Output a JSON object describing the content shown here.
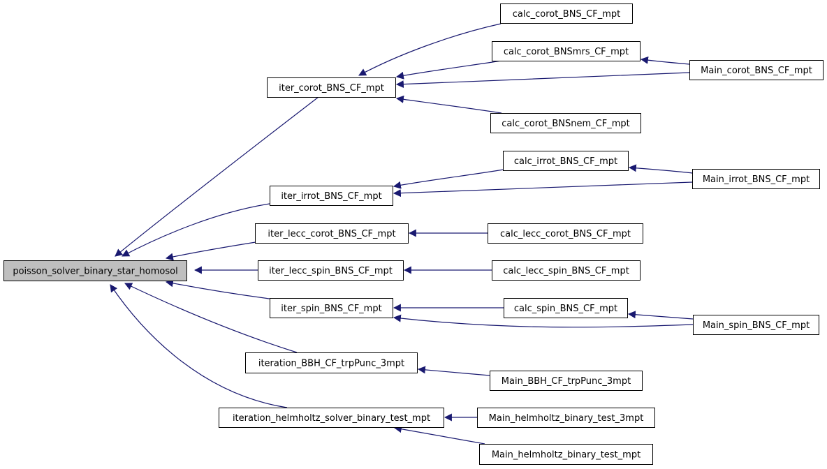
{
  "colors": {
    "edge": "#191970",
    "node_border": "#000000",
    "node_fill": "#ffffff",
    "root_fill": "#bfbfbf"
  },
  "graph": {
    "root": "poisson_solver_binary_star_homosol",
    "nodes": [
      {
        "id": "root",
        "label": "poisson_solver_binary_star_homosol"
      },
      {
        "id": "iter_corot",
        "label": "iter_corot_BNS_CF_mpt"
      },
      {
        "id": "iter_irrot",
        "label": "iter_irrot_BNS_CF_mpt"
      },
      {
        "id": "iter_lecc_corot",
        "label": "iter_lecc_corot_BNS_CF_mpt"
      },
      {
        "id": "iter_lecc_spin",
        "label": "iter_lecc_spin_BNS_CF_mpt"
      },
      {
        "id": "iter_spin",
        "label": "iter_spin_BNS_CF_mpt"
      },
      {
        "id": "iteration_bbh",
        "label": "iteration_BBH_CF_trpPunc_3mpt"
      },
      {
        "id": "iteration_helm",
        "label": "iteration_helmholtz_solver_binary_test_mpt"
      },
      {
        "id": "calc_corot",
        "label": "calc_corot_BNS_CF_mpt"
      },
      {
        "id": "calc_corot_mrs",
        "label": "calc_corot_BNSmrs_CF_mpt"
      },
      {
        "id": "calc_corot_nem",
        "label": "calc_corot_BNSnem_CF_mpt"
      },
      {
        "id": "main_corot",
        "label": "Main_corot_BNS_CF_mpt"
      },
      {
        "id": "calc_irrot",
        "label": "calc_irrot_BNS_CF_mpt"
      },
      {
        "id": "main_irrot",
        "label": "Main_irrot_BNS_CF_mpt"
      },
      {
        "id": "calc_lecc_corot",
        "label": "calc_lecc_corot_BNS_CF_mpt"
      },
      {
        "id": "calc_lecc_spin",
        "label": "calc_lecc_spin_BNS_CF_mpt"
      },
      {
        "id": "calc_spin",
        "label": "calc_spin_BNS_CF_mpt"
      },
      {
        "id": "main_spin",
        "label": "Main_spin_BNS_CF_mpt"
      },
      {
        "id": "main_bbh",
        "label": "Main_BBH_CF_trpPunc_3mpt"
      },
      {
        "id": "main_helm_3mpt",
        "label": "Main_helmholtz_binary_test_3mpt"
      },
      {
        "id": "main_helm_mpt",
        "label": "Main_helmholtz_binary_test_mpt"
      }
    ],
    "edges": [
      {
        "from": "iter_corot",
        "to": "root"
      },
      {
        "from": "iter_irrot",
        "to": "root"
      },
      {
        "from": "iter_lecc_corot",
        "to": "root"
      },
      {
        "from": "iter_lecc_spin",
        "to": "root"
      },
      {
        "from": "iter_spin",
        "to": "root"
      },
      {
        "from": "iteration_bbh",
        "to": "root"
      },
      {
        "from": "iteration_helm",
        "to": "root"
      },
      {
        "from": "calc_corot",
        "to": "iter_corot"
      },
      {
        "from": "calc_corot_mrs",
        "to": "iter_corot"
      },
      {
        "from": "main_corot",
        "to": "iter_corot"
      },
      {
        "from": "calc_corot_nem",
        "to": "iter_corot"
      },
      {
        "from": "main_corot",
        "to": "calc_corot_mrs"
      },
      {
        "from": "calc_irrot",
        "to": "iter_irrot"
      },
      {
        "from": "main_irrot",
        "to": "iter_irrot"
      },
      {
        "from": "main_irrot",
        "to": "calc_irrot"
      },
      {
        "from": "calc_lecc_corot",
        "to": "iter_lecc_corot"
      },
      {
        "from": "calc_lecc_spin",
        "to": "iter_lecc_spin"
      },
      {
        "from": "calc_spin",
        "to": "iter_spin"
      },
      {
        "from": "main_spin",
        "to": "iter_spin"
      },
      {
        "from": "main_spin",
        "to": "calc_spin"
      },
      {
        "from": "main_bbh",
        "to": "iteration_bbh"
      },
      {
        "from": "main_helm_3mpt",
        "to": "iteration_helm"
      },
      {
        "from": "main_helm_mpt",
        "to": "iteration_helm"
      }
    ]
  }
}
